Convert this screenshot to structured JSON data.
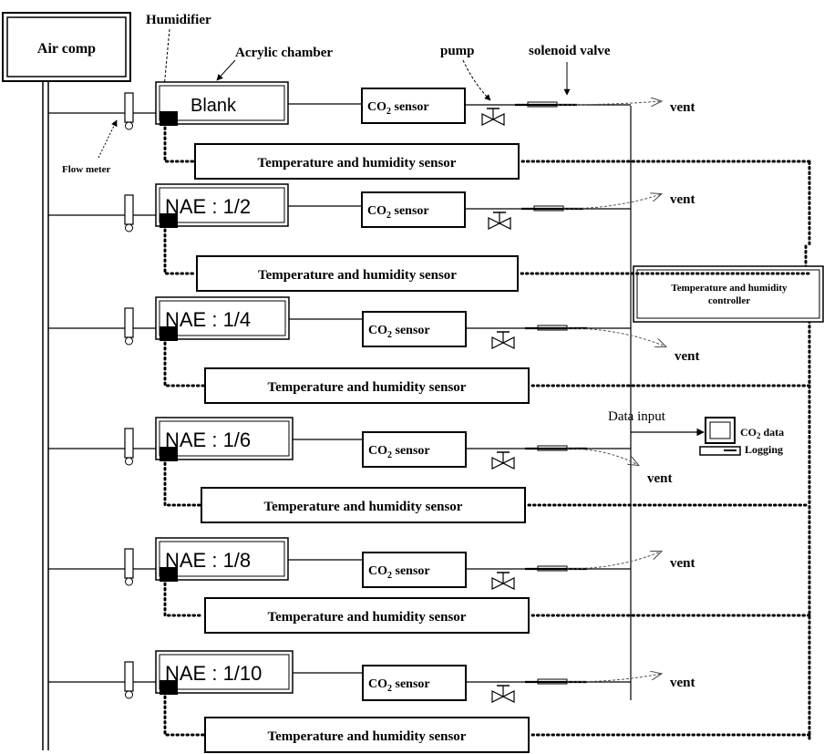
{
  "labels": {
    "air_comp": "Air comp",
    "humidifier": "Humidifier",
    "acrylic_chamber": "Acrylic chamber",
    "pump": "pump",
    "solenoid_valve": "solenoid valve",
    "flow_meter": "Flow meter",
    "vent": "vent",
    "co2_prefix": "CO",
    "co2_subscript": "2",
    "sensor_suffix": " sensor",
    "th_sensor": "Temperature and humidity sensor",
    "th_controller_line1": "Temperature and humidity",
    "th_controller_line2": "controller",
    "data_input": "Data input",
    "co2_data": " data",
    "logging": "Logging"
  },
  "chambers": [
    {
      "label": "Blank"
    },
    {
      "label": "NAE : 1/2"
    },
    {
      "label": "NAE : 1/4"
    },
    {
      "label": "NAE : 1/6"
    },
    {
      "label": "NAE : 1/8"
    },
    {
      "label": "NAE : 1/10"
    }
  ],
  "colors": {
    "line": "#000000",
    "background": "#ffffff",
    "arrow": "#555555"
  }
}
